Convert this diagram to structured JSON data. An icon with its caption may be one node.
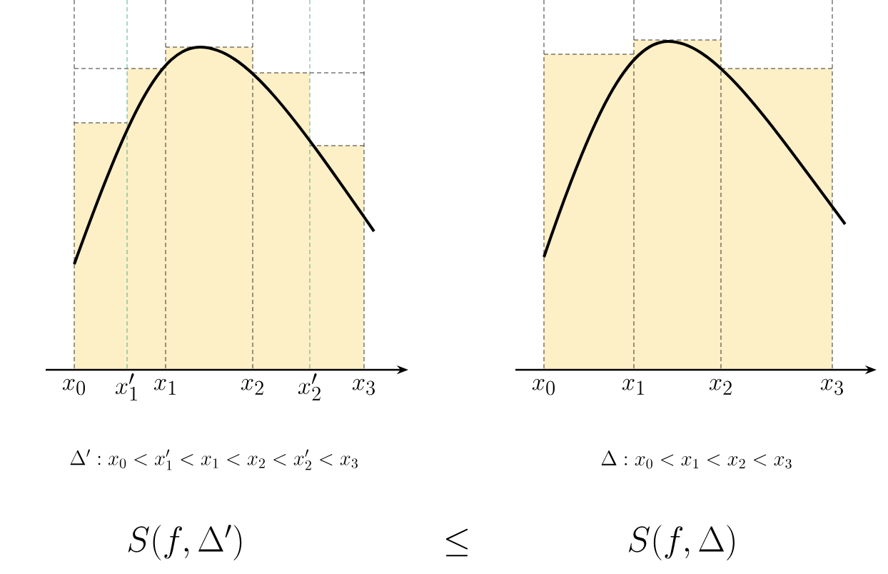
{
  "diagram": {
    "labels": [
      "x_0",
      "x'_1",
      "x_1",
      "x_2",
      "x'_2",
      "x_3",
      "x_0",
      "x_1",
      "x_2",
      "x_3",
      "\\Delta' : x_0 < x'_1 < x_1 < x_2 < x'_2 < x_3",
      "\\Delta : x_0 < x_1 < x_2 < x_3",
      "S(f,\\Delta')",
      "\\leq",
      "S(f,\\Delta)"
    ]
  }
}
